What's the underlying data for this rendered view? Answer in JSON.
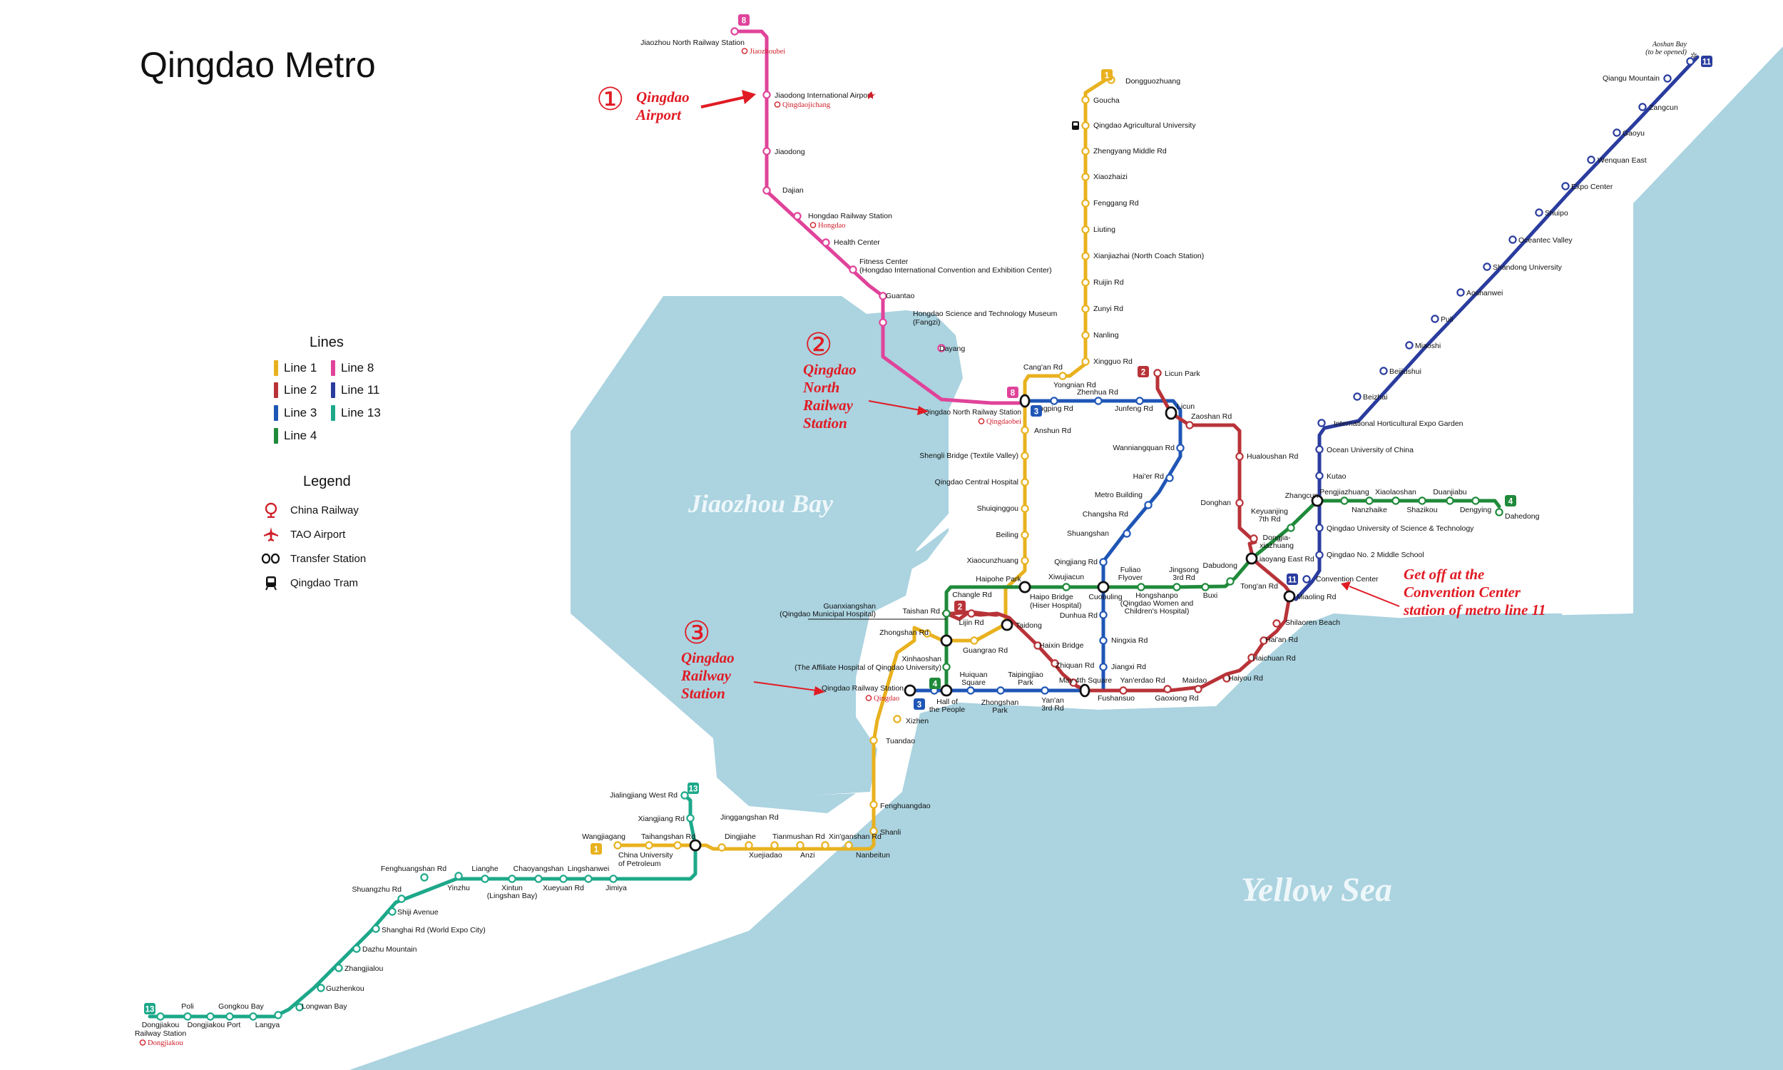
{
  "title": "Qingdao Metro",
  "water": {
    "bay": "Jiaozhou Bay",
    "sea": "Yellow Sea"
  },
  "lines_heading": "Lines",
  "lines": [
    {
      "label": "Line 1",
      "color": "#e8b11e"
    },
    {
      "label": "Line 2",
      "color": "#b83338"
    },
    {
      "label": "Line 3",
      "color": "#1f56b6"
    },
    {
      "label": "Line 4",
      "color": "#1f8a3a"
    },
    {
      "label": "Line 8",
      "color": "#e0439a"
    },
    {
      "label": "Line 11",
      "color": "#2a3c9e"
    },
    {
      "label": "Line 13",
      "color": "#1da88a"
    }
  ],
  "legend_heading": "Legend",
  "legend": [
    {
      "icon": "china-railway-icon",
      "label": "China Railway"
    },
    {
      "icon": "airport-icon",
      "label": "TAO Airport"
    },
    {
      "icon": "transfer-station-icon",
      "label": "Transfer Station"
    },
    {
      "icon": "tram-icon",
      "label": "Qingdao Tram"
    }
  ],
  "callouts": {
    "airport": {
      "num": "①",
      "lines": [
        "Qingdao",
        "Airport"
      ]
    },
    "north": {
      "num": "②",
      "lines": [
        "Qingdao",
        "North",
        "Railway",
        "Station"
      ]
    },
    "railway": {
      "num": "③",
      "lines": [
        "Qingdao",
        "Railway",
        "Station"
      ]
    },
    "convention": {
      "lines": [
        "Get off at the",
        "Convention Center",
        "station of metro line 11"
      ]
    }
  },
  "badges": [
    "1",
    "2",
    "3",
    "4",
    "8",
    "11",
    "13"
  ],
  "railway_names": {
    "jiaozhoubei": "Jiaozhoubei",
    "qingdaojichang": "Qingdaojichang",
    "hongdao": "Hongdao",
    "qingdaobei": "Qingdaobei",
    "qingdao": "Qingdao",
    "dongjiakou": "Dongjiakou"
  },
  "stations": {
    "l8": [
      "Jiaozhou North Railway Station",
      "Jiaodong International Airport",
      "Jiaodong",
      "Dajian",
      "Hongdao Railway Station",
      "Health Center",
      "Fitness Center",
      "(Hongdao International Convention and Exhibition Center)",
      "Guantao",
      "Hongdao Science and Technology Museum",
      "(Fangzi)",
      "Dayang",
      "Qingdao North Railway Station"
    ],
    "l1": [
      "Dongguozhuang",
      "Goucha",
      "Qingdao Agricultural University",
      "Zhengyang Middle Rd",
      "Xiaozhaizi",
      "Fenggang Rd",
      "Liuting",
      "Xianjiazhai (North Coach Station)",
      "Ruijin Rd",
      "Zunyi Rd",
      "Nanling",
      "Xingguo Rd",
      "Cang'an Rd",
      "Yongnian Rd",
      "Anshun Rd",
      "Shengli Bridge (Textile Valley)",
      "Qingdao Central Hospital",
      "Shuiqinggou",
      "Beiling",
      "Xiaocunzhuang",
      "Haipo Bridge",
      "(Hiser Hospital)",
      "Taidong",
      "Guangrao Rd",
      "Zhongshan Rd",
      "Xizhen",
      "Tuandao",
      "Fenghuangdao",
      "Shanli",
      "Nanbeitun",
      "Xin'ganshan Rd",
      "Anzi",
      "Tianmushan Rd",
      "Xuejiadao",
      "Dingjiahe",
      "Jinggangshan Rd",
      "Taihangshan Rd",
      "Wangjiagang",
      "China University",
      "of Petroleum"
    ],
    "l3": [
      "Yongping Rd",
      "Zhenhua Rd",
      "Junfeng Rd",
      "Licun",
      "Wanniangquan Rd",
      "Hai'er Rd",
      "Metro Building",
      "Changsha Rd",
      "Shuangshan",
      "Qingjiang Rd",
      "Dunhua Rd",
      "Ningxia Rd",
      "Jiangxi Rd",
      "Wusi Square",
      "Yan'an",
      "3rd Rd",
      "Zhongshan",
      "Park",
      "Taipingjiao",
      "Park",
      "Huiquan",
      "Square",
      "Hall of",
      "the People",
      "Qingdao Railway Station"
    ],
    "l2": [
      "Licun Park",
      "Zaoshan Rd",
      "Hualoushan Rd",
      "Donghan",
      "Keyuanjing",
      "7th Rd",
      "Tong'an Rd",
      "Miaoling Rd",
      "Shilaoren Beach",
      "Hai'an Rd",
      "Haichuan Rd",
      "Haiyou Rd",
      "Maidao",
      "Yan'erdao Rd",
      "Fushansuo",
      "May 4th Square",
      "Zhiquan Rd",
      "Haixin Bridge",
      "Lijin Rd",
      "Changle Rd",
      "Taishan Rd",
      "Gaoxiong Rd"
    ],
    "l4": [
      "Dahedong",
      "Dengying",
      "Duanjiabu",
      "Shazikou",
      "Xiaolaoshan",
      "Nanzhaike",
      "Pengjiazhuang",
      "Zhangcun",
      "Dongjia-",
      "xiazhuang",
      "Liaoyang East Rd",
      "Dabudong",
      "Buxi",
      "Jingsong",
      "3rd Rd",
      "Hongshanpo",
      "(Qingdao Women and",
      "Children's Hospital)",
      "Fuliao",
      "Flyover",
      "Cuobuling",
      "Xiwujiacun",
      "Haipohe Park",
      "Guanxiangshan",
      "(Qingdao Municipal Hospital)",
      "Xinhaoshan",
      "(The Affiliate Hospital of Qingdao University)"
    ],
    "l11": [
      "Aoshan Bay",
      "(to be opened)",
      "Qiangu Mountain",
      "Zangcun",
      "Gaoyu",
      "Wenquan East",
      "Expo Center",
      "Shuipo",
      "Oceantec Valley",
      "Shandong University",
      "Aoshanwei",
      "Puli",
      "Miaoshi",
      "Beijiushui",
      "Beizhai",
      "International Horticultural Expo Garden",
      "Ocean University of China",
      "Kutao",
      "Qingdao University of Science & Technology",
      "Qingdao No. 2 Middle School",
      "Convention Center"
    ],
    "l13": [
      "Jialingjiang West Rd",
      "Xiangjiang Rd",
      "Yinzhu",
      "Lianghe",
      "Xintun",
      "(Lingshan Bay)",
      "Chaoyangshan",
      "Xueyuan Rd",
      "Lingshanwei",
      "Jimiya",
      "Fenghuangshan Rd",
      "Shuangzhu Rd",
      "Shiji Avenue",
      "Shanghai Rd (World Expo City)",
      "Dazhu Mountain",
      "Zhangjialou",
      "Guzhenkou",
      "Longwan Bay",
      "Langya",
      "Gongkou Bay",
      "Dongjiakou Port",
      "Poli",
      "Dongjiakou",
      "Railway Station"
    ]
  }
}
